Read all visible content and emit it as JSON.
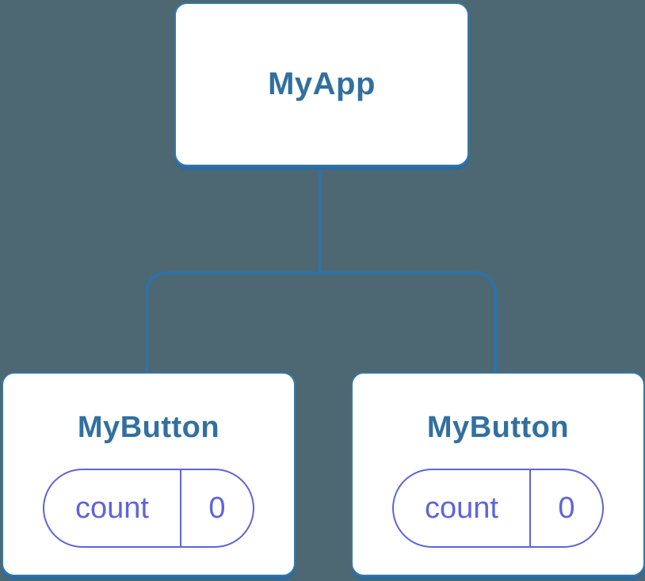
{
  "diagram": {
    "type": "component-tree",
    "root": {
      "title": "MyApp"
    },
    "children": [
      {
        "title": "MyButton",
        "state": {
          "label": "count",
          "value": "0"
        }
      },
      {
        "title": "MyButton",
        "state": {
          "label": "count",
          "value": "0"
        }
      }
    ]
  },
  "colors": {
    "background": "#4d6872",
    "node_fill": "#ffffff",
    "node_border": "#3678a8",
    "node_shadow": "#2d6b9e",
    "node_title_text": "#31709f",
    "connector_line": "#2e72a8",
    "state_accent": "#5e64da"
  }
}
